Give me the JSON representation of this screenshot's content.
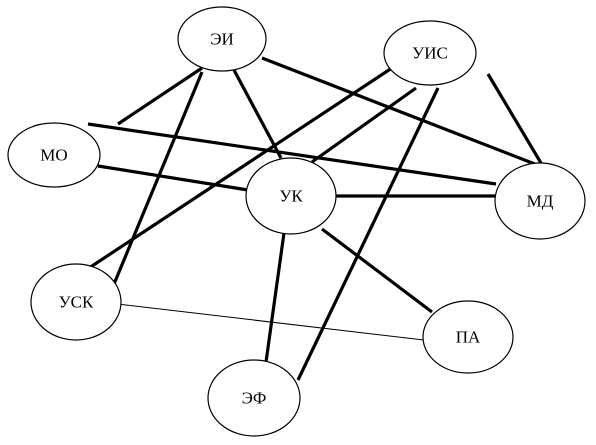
{
  "nodes": [
    {
      "id": "ei",
      "label": "ЭИ"
    },
    {
      "id": "uis",
      "label": "УИС"
    },
    {
      "id": "mo",
      "label": "МО"
    },
    {
      "id": "uk",
      "label": "УК"
    },
    {
      "id": "md",
      "label": "МД"
    },
    {
      "id": "usk",
      "label": "УСК"
    },
    {
      "id": "pa",
      "label": "ПА"
    },
    {
      "id": "ef",
      "label": "ЭФ"
    }
  ],
  "edges": [
    {
      "from": "ei",
      "to": "mo",
      "style": "thick"
    },
    {
      "from": "ei",
      "to": "uk",
      "style": "thick"
    },
    {
      "from": "ei",
      "to": "md",
      "style": "thick"
    },
    {
      "from": "ei",
      "to": "usk",
      "style": "thick"
    },
    {
      "from": "mo",
      "to": "uk",
      "style": "thick"
    },
    {
      "from": "mo",
      "to": "md",
      "style": "thick"
    },
    {
      "from": "uis",
      "to": "uk",
      "style": "thick"
    },
    {
      "from": "uis",
      "to": "md",
      "style": "thick"
    },
    {
      "from": "uis",
      "to": "usk",
      "style": "thick"
    },
    {
      "from": "uis",
      "to": "ef",
      "style": "thick"
    },
    {
      "from": "uk",
      "to": "md",
      "style": "thick"
    },
    {
      "from": "uk",
      "to": "pa",
      "style": "thick"
    },
    {
      "from": "uk",
      "to": "ef",
      "style": "thick"
    },
    {
      "from": "usk",
      "to": "pa",
      "style": "thin"
    }
  ]
}
